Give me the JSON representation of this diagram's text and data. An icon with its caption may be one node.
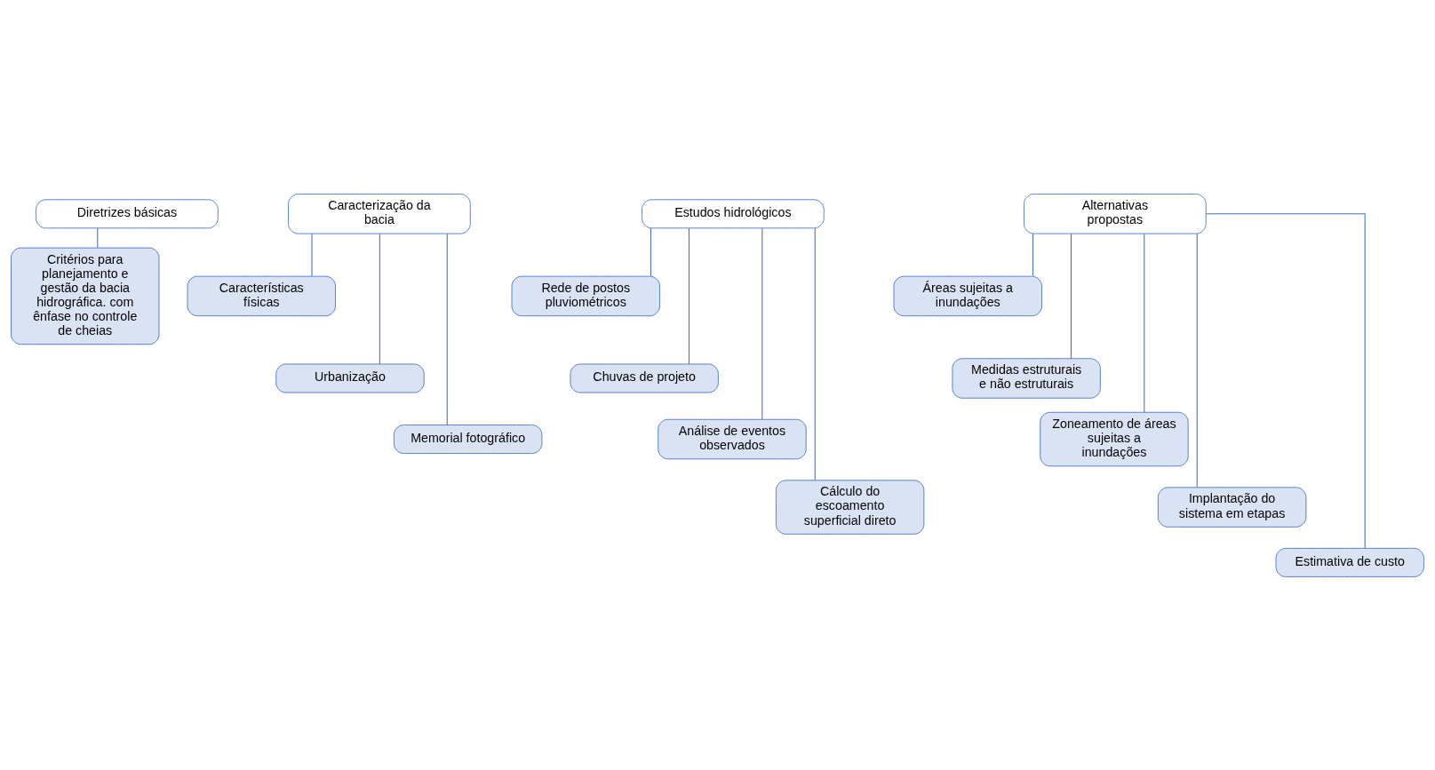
{
  "diagram": {
    "nodes": [
      {
        "text": [
          "Diretrizes básicas"
        ]
      },
      {
        "text": [
          "Critérios para planejamento e gestão da bacia hidrográfica. com ênfase no controle de cheias"
        ]
      },
      {
        "text": [
          "Caracterização da bacia"
        ]
      },
      {
        "text": [
          "Características físicas"
        ]
      },
      {
        "text": [
          "Urbanização"
        ]
      },
      {
        "text": [
          "Memorial fotográfico"
        ]
      },
      {
        "text": [
          "Estudos hidrológicos"
        ]
      },
      {
        "text": [
          "Rede de postos pluviométricos"
        ]
      },
      {
        "text": [
          "Chuvas de projeto"
        ]
      },
      {
        "text": [
          "Análise de eventos observados"
        ]
      },
      {
        "text": [
          "Cálculo do escoamento superficial direto"
        ]
      },
      {
        "text": [
          "Alternativas propostas"
        ]
      },
      {
        "text": [
          "Áreas sujeitas a inundações"
        ]
      },
      {
        "text": [
          "Medidas estruturais e não estruturais"
        ]
      },
      {
        "text": [
          "Zoneamento de áreas sujeitas a inundações"
        ]
      },
      {
        "text": [
          "Implantação do sistema em etapas"
        ]
      },
      {
        "text": [
          "Estimativa de custo"
        ]
      }
    ],
    "edges": [
      {
        "from": 0,
        "to": 1,
        "arrow": "none"
      },
      {
        "from": 2,
        "to": 3,
        "arrow": "none"
      },
      {
        "from": 2,
        "to": 4,
        "arrow": "none"
      },
      {
        "from": 2,
        "to": 5,
        "arrow": "none"
      },
      {
        "from": 6,
        "to": 7,
        "arrow": "none"
      },
      {
        "from": 6,
        "to": 8,
        "arrow": "none"
      },
      {
        "from": 6,
        "to": 9,
        "arrow": "none"
      },
      {
        "from": 6,
        "to": 10,
        "arrow": "none"
      },
      {
        "from": 11,
        "to": 12,
        "arrow": "none"
      },
      {
        "from": 11,
        "to": 13,
        "arrow": "none"
      },
      {
        "from": 11,
        "to": 14,
        "arrow": "none"
      },
      {
        "from": 11,
        "to": 15,
        "arrow": "none"
      },
      {
        "from": 11,
        "to": 16,
        "arrow": "none"
      }
    ]
  }
}
